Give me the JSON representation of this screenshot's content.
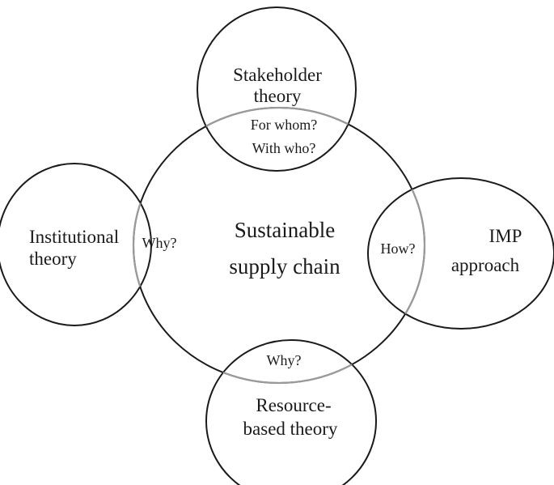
{
  "diagram": {
    "center": {
      "line1": "Sustainable",
      "line2": "supply chain"
    },
    "top": {
      "line1": "Stakeholder",
      "line2": "theory",
      "q1": "For whom?",
      "q2": "With who?"
    },
    "left": {
      "line1": "Institutional",
      "line2": "theory",
      "q": "Why?"
    },
    "right": {
      "line1": "IMP",
      "line2": "approach",
      "q": "How?"
    },
    "bottom": {
      "line1": "Resource-",
      "line2": "based theory",
      "q": "Why?"
    },
    "colors": {
      "outline": "#1a1a1a",
      "overlap_arc": "#9a9a9a"
    }
  }
}
